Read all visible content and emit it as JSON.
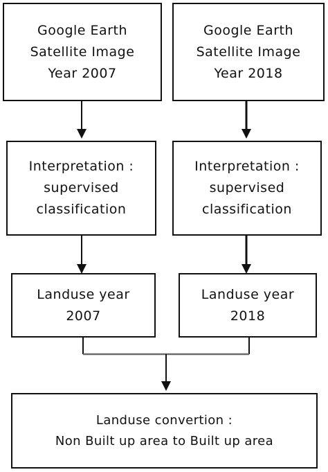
{
  "nodes": {
    "source_2007": {
      "lines": [
        "Google Earth",
        "Satellite Image",
        "Year 2007"
      ]
    },
    "source_2018": {
      "lines": [
        "Google Earth",
        "Satellite Image",
        "Year 2018"
      ]
    },
    "interp_2007": {
      "lines": [
        "Interpretation :",
        "supervised",
        "classification"
      ]
    },
    "interp_2018": {
      "lines": [
        "Interpretation :",
        "supervised",
        "classification"
      ]
    },
    "landuse_2007": {
      "lines": [
        "Landuse year",
        "2007"
      ]
    },
    "landuse_2018": {
      "lines": [
        "Landuse year",
        "2018"
      ]
    },
    "conversion": {
      "lines": [
        "Landuse convertion :",
        "Non Built up area to Built up area"
      ]
    }
  }
}
